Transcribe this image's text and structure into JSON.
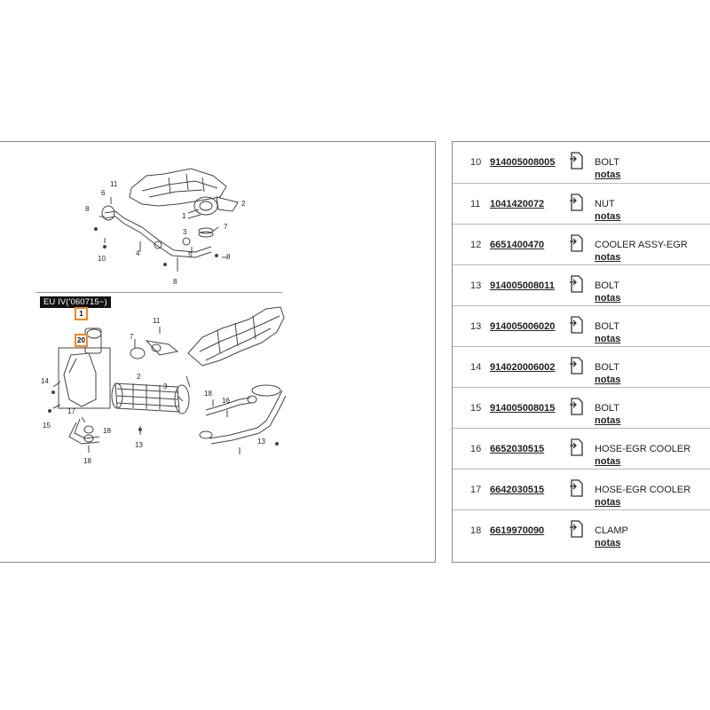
{
  "diagram": {
    "variant_label": "EU IV('060715~)",
    "callout_1": "1",
    "callout_20": "20",
    "upper_labels": [
      "6",
      "11",
      "8",
      "2",
      "1",
      "3",
      "7",
      "10",
      "4",
      "5",
      "8",
      "8"
    ],
    "lower_labels": [
      "11",
      "7",
      "2",
      "14",
      "3",
      "18",
      "16",
      "15",
      "17",
      "18",
      "18",
      "13",
      "13"
    ]
  },
  "parts": [
    {
      "pos": "10",
      "part_no": "914005008005",
      "name": "BOLT",
      "notes": "notas"
    },
    {
      "pos": "11",
      "part_no": "1041420072",
      "name": "NUT",
      "notes": "notas"
    },
    {
      "pos": "12",
      "part_no": "6651400470",
      "name": "COOLER ASSY-EGR",
      "notes": "notas"
    },
    {
      "pos": "13",
      "part_no": "914005008011",
      "name": "BOLT",
      "notes": "notas"
    },
    {
      "pos": "13",
      "part_no": "914005006020",
      "name": "BOLT",
      "notes": "notas"
    },
    {
      "pos": "14",
      "part_no": "914020006002",
      "name": "BOLT",
      "notes": "notas"
    },
    {
      "pos": "15",
      "part_no": "914005008015",
      "name": "BOLT",
      "notes": "notas"
    },
    {
      "pos": "16",
      "part_no": "6652030515",
      "name": "HOSE-EGR COOLER",
      "notes": "notas"
    },
    {
      "pos": "17",
      "part_no": "6642030515",
      "name": "HOSE-EGR COOLER",
      "notes": "notas"
    },
    {
      "pos": "18",
      "part_no": "6619970090",
      "name": "CLAMP",
      "notes": "notas"
    }
  ],
  "icons": {
    "row_icon": "document-add-icon"
  },
  "colors": {
    "callout_border": "#f08a24",
    "variant_tag_bg": "#111111"
  }
}
